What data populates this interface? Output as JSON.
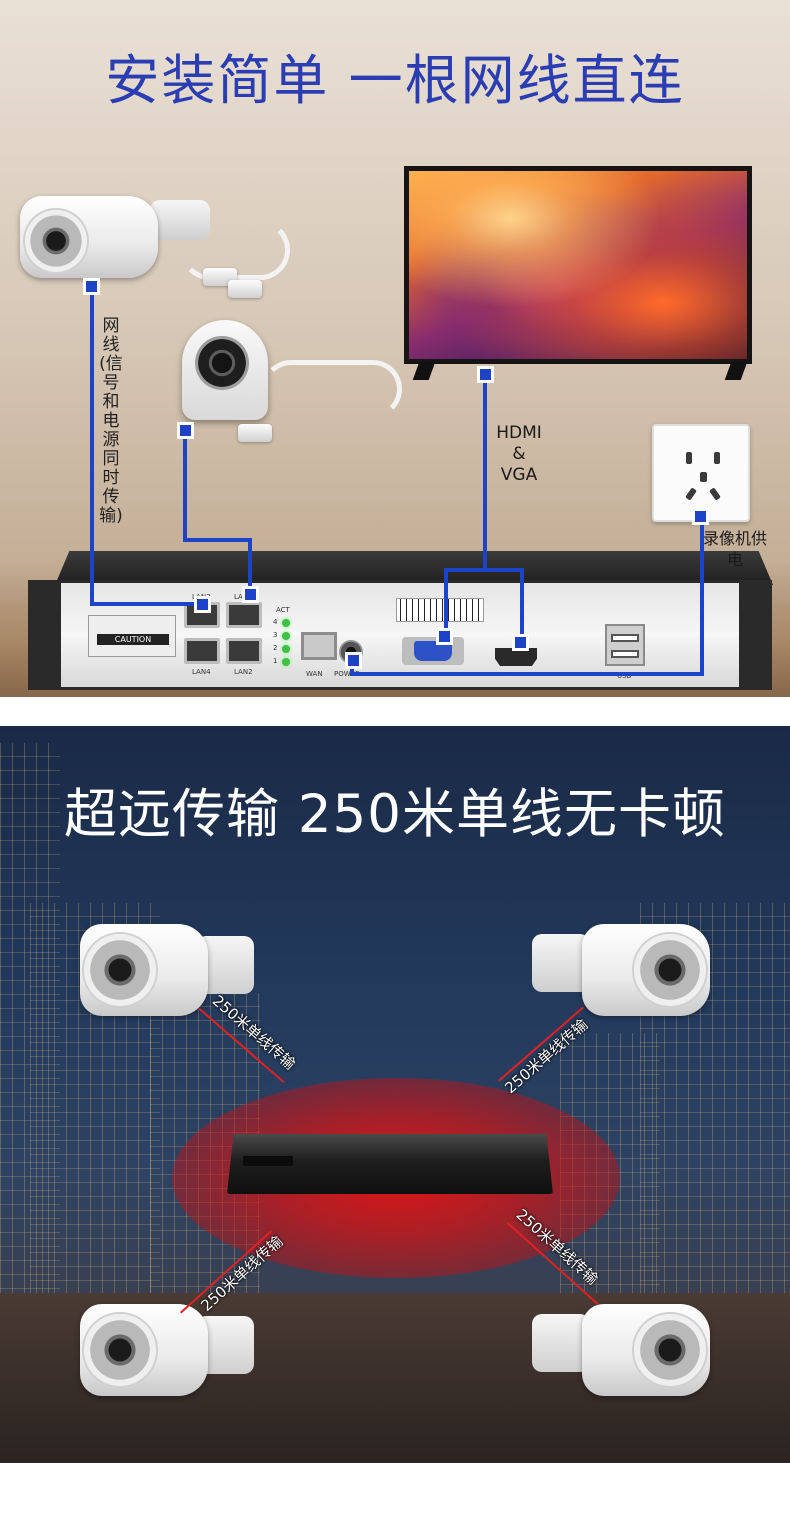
{
  "install": {
    "title": "安装简单 一根网线直连",
    "cable_label": "网线(信号和电源同时传输)",
    "video_label_1": "HDMI",
    "video_label_2": "&",
    "video_label_3": "VGA",
    "power_label": "录像机供电",
    "nvr": {
      "caution": "CAUTION",
      "act": "ACT",
      "led_nums": [
        "4",
        "3",
        "2",
        "1"
      ],
      "lan_top": [
        "LAN3",
        "LAN1"
      ],
      "lan_bottom": [
        "LAN4",
        "LAN2"
      ],
      "wan": "WAN",
      "power": "POWER",
      "usb": "USB"
    }
  },
  "transmission": {
    "title": "超远传输  250米单线无卡顿",
    "distance_labels": [
      "250米单线传输",
      "250米单线传输",
      "250米单线传输",
      "250米单线传输"
    ]
  },
  "colors": {
    "install_title": "#2a3db3",
    "cable": "#1f43c6",
    "glow": "#e01818",
    "distance_line": "#e12020"
  }
}
